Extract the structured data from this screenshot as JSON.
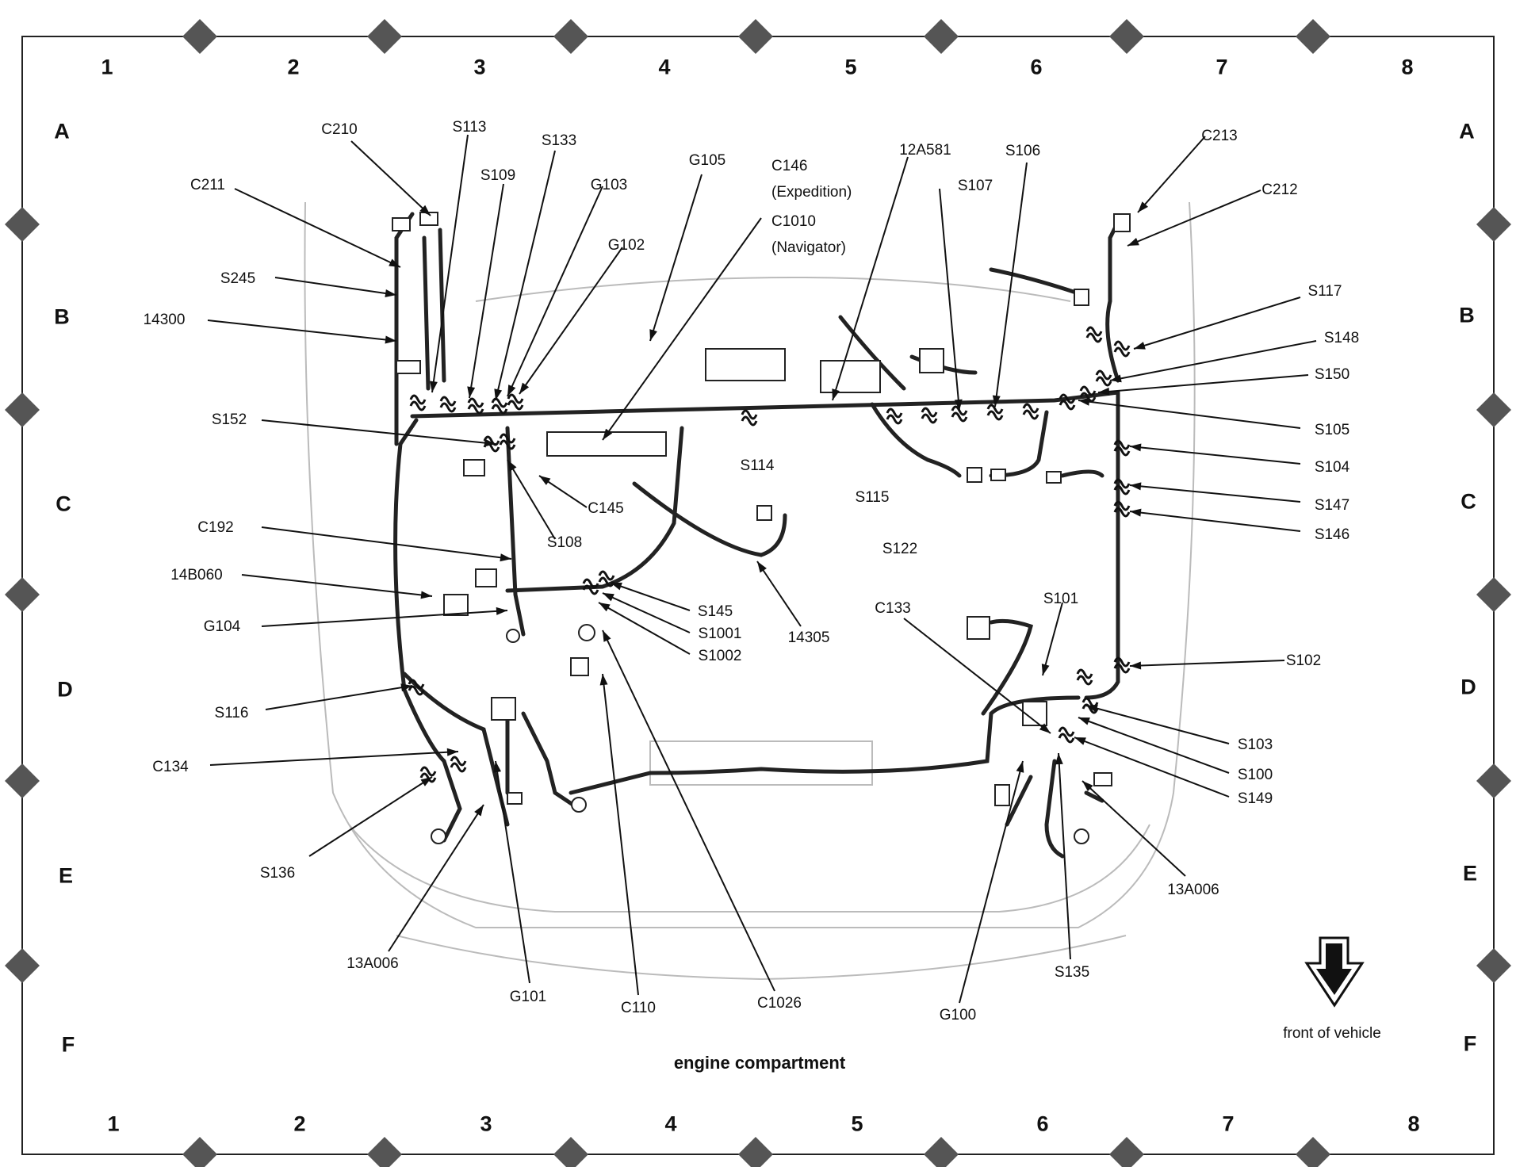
{
  "diagram": {
    "caption": "engine compartment",
    "legend_front": "front of vehicle",
    "columns": [
      "1",
      "2",
      "3",
      "4",
      "5",
      "6",
      "7",
      "8"
    ],
    "rows": [
      "A",
      "B",
      "C",
      "D",
      "E",
      "F"
    ],
    "labels": {
      "c210": "C210",
      "s113": "S113",
      "s133": "S133",
      "s109": "S109",
      "g103": "G103",
      "g105": "G105",
      "c146": "C146",
      "c146_note": "(Expedition)",
      "c1010": "C1010",
      "c1010_note": "(Navigator)",
      "g102": "G102",
      "c211": "C211",
      "s245": "S245",
      "n14300": "14300",
      "n12a581": "12A581",
      "s106": "S106",
      "s107": "S107",
      "c213": "C213",
      "c212": "C212",
      "s117": "S117",
      "s148": "S148",
      "s150": "S150",
      "s105": "S105",
      "s104": "S104",
      "s147": "S147",
      "s146": "S146",
      "s152": "S152",
      "s114": "S114",
      "s115": "S115",
      "s122": "S122",
      "c145": "C145",
      "s108": "S108",
      "c192": "C192",
      "n14b060": "14B060",
      "g104": "G104",
      "s145": "S145",
      "s1001": "S1001",
      "s1002": "S1002",
      "n14305": "14305",
      "c133": "C133",
      "s101": "S101",
      "s102": "S102",
      "s116": "S116",
      "c134": "C134",
      "s136": "S136",
      "n13a006_left": "13A006",
      "g101": "G101",
      "c110": "C110",
      "c1026": "C1026",
      "s103": "S103",
      "s100": "S100",
      "s149": "S149",
      "n13a006_right": "13A006",
      "s135": "S135",
      "g100": "G100"
    }
  }
}
